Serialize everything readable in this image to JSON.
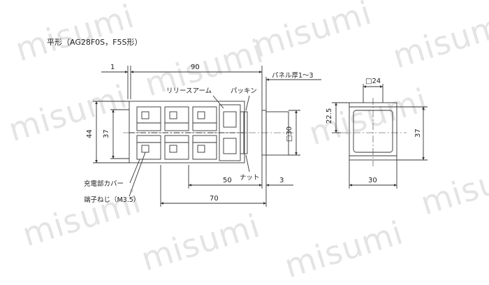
{
  "watermark": "misumi",
  "title": "平形（AG28F0S，F5S形）",
  "side_view": {
    "dims": {
      "top_small": "1",
      "top_total": "90",
      "height_outer": "44",
      "height_inner": "37",
      "bottom_short": "50",
      "bottom_right": "3",
      "bottom_long": "70",
      "diameter": "□30"
    },
    "labels": {
      "panel": "パネル厚1～3",
      "release_arm": "リリースアーム",
      "packing": "パッキン",
      "nut": "ナット",
      "cover": "充電部カバー",
      "screw": "端子ねじ（M3.5）"
    }
  },
  "front_view": {
    "dims": {
      "top": "□24",
      "left": "22.5",
      "right": "37",
      "bottom": "30"
    }
  },
  "colors": {
    "line": "#333333",
    "watermark": "#e4e4e4"
  }
}
